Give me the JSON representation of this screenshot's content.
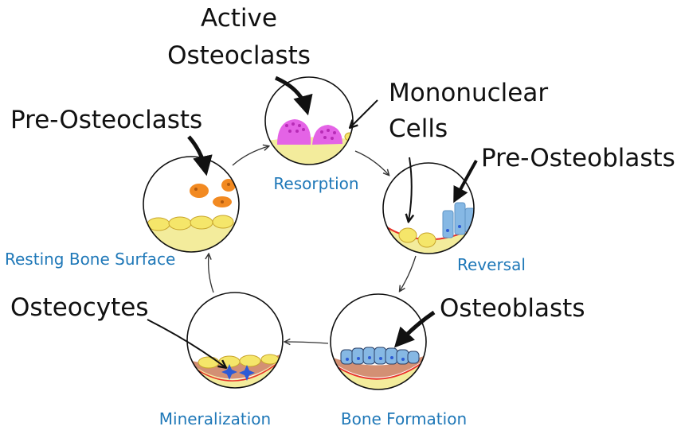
{
  "labels": {
    "active_osteoclasts": [
      "Active",
      "Osteoclasts"
    ],
    "mononuclear_cells": [
      "Mononuclear",
      "Cells"
    ],
    "pre_osteoclasts": "Pre-Osteoclasts",
    "pre_osteoblasts": "Pre-Osteoblasts",
    "osteocytes": "Osteocytes",
    "osteoblasts": "Osteoblasts"
  },
  "stages": {
    "resorption": "Resorption",
    "reversal": "Reversal",
    "bone_formation": "Bone Formation",
    "mineralization": "Mineralization",
    "resting": "Resting Bone Surface"
  },
  "colors": {
    "stage_label": "#1f78b8",
    "bone": "#f3ec9c",
    "cell_yellow": "#f5e66a",
    "osteoclast": "#e463e6",
    "pre_osteoclast": "#f28a22",
    "osteoblast": "#86b8e4",
    "cement_line": "#e8312a",
    "mineral": "#d39074",
    "osteocyte_star": "#2c5bd6"
  }
}
